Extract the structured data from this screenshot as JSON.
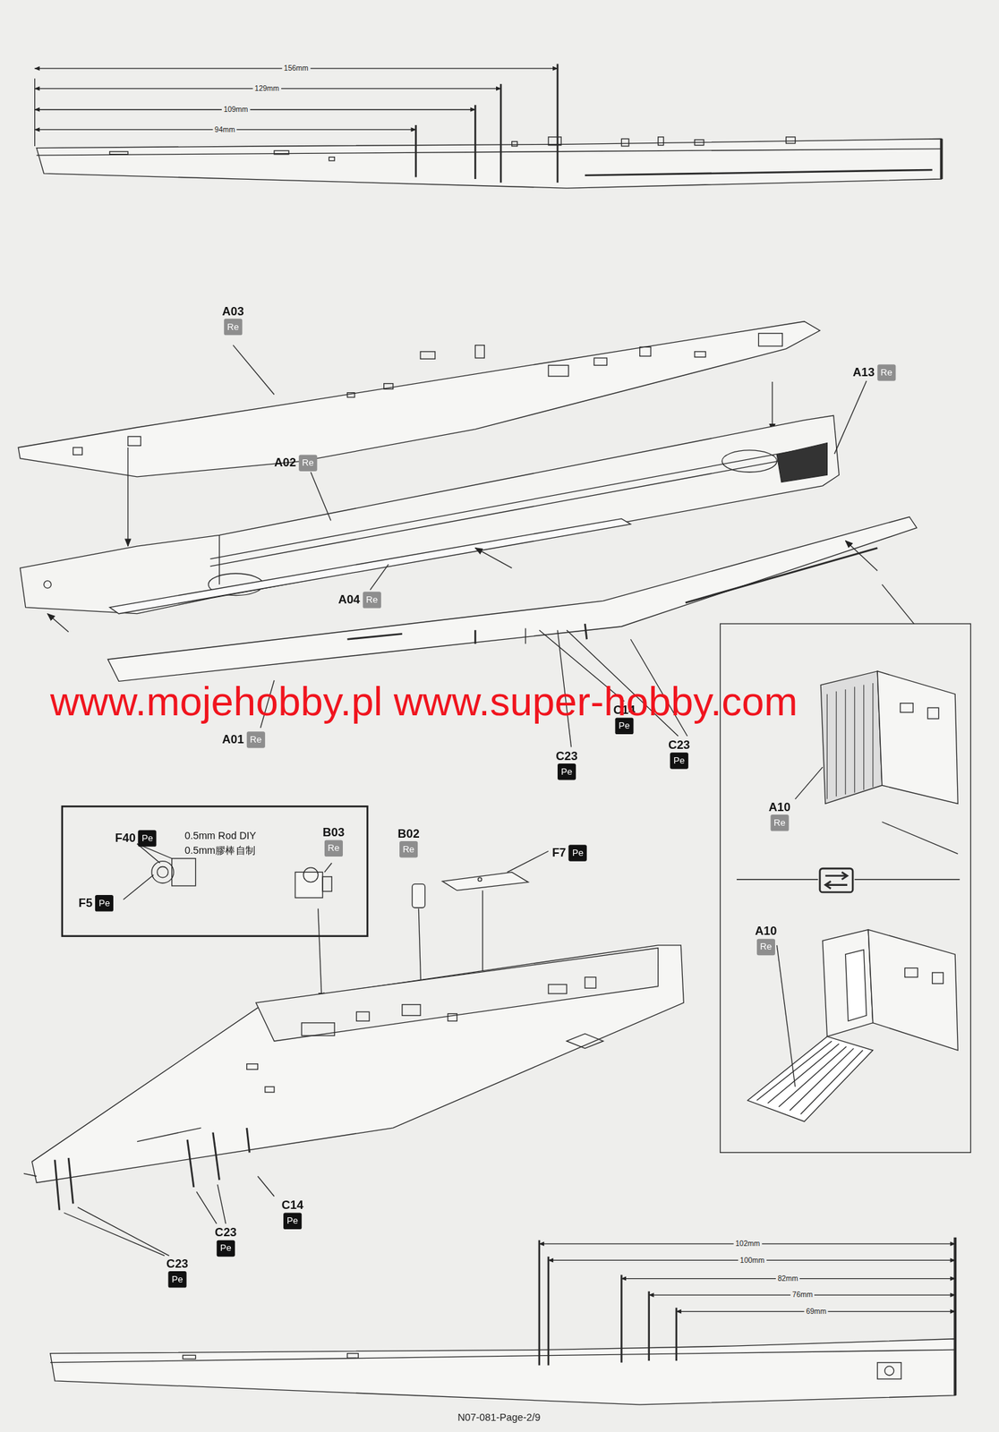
{
  "diagram": {
    "nodes": [
      {
        "text": [
          "A03",
          "Re"
        ]
      },
      {
        "text": [
          "A13",
          "Re"
        ]
      },
      {
        "text": [
          "A02",
          "Re"
        ]
      },
      {
        "text": [
          "A04",
          "Re"
        ]
      },
      {
        "text": [
          "A01",
          "Re"
        ]
      },
      {
        "text": [
          "C23",
          "Pe"
        ]
      },
      {
        "text": [
          "C14",
          "Pe"
        ]
      },
      {
        "text": [
          "C23",
          "Pe"
        ]
      },
      {
        "text": [
          "A10",
          "Re"
        ]
      },
      {
        "text": [
          "A10",
          "Re"
        ]
      },
      {
        "text": [
          "0.5mm Rod DIY",
          "0.5mm膠棒自制"
        ]
      },
      {
        "text": [
          "F40",
          "Pe"
        ],
        "in": 10
      },
      {
        "text": [
          "F5",
          "Pe"
        ],
        "in": 10
      },
      {
        "text": [
          "B03",
          "Re"
        ],
        "in": 10
      },
      {
        "text": [
          "B02",
          "Re"
        ]
      },
      {
        "text": [
          "F7",
          "Pe"
        ]
      },
      {
        "text": [
          "C14",
          "Pe"
        ]
      },
      {
        "text": [
          "C23",
          "Pe"
        ]
      },
      {
        "text": [
          "C23",
          "Pe"
        ]
      }
    ],
    "labels": [
      "156mm",
      "129mm",
      "109mm",
      "94mm",
      "www.mojehobby.pl www.super-hobby.com",
      "102mm",
      "100mm",
      "82mm",
      "76mm",
      "69mm",
      "N07-081-Page-2/9"
    ]
  }
}
